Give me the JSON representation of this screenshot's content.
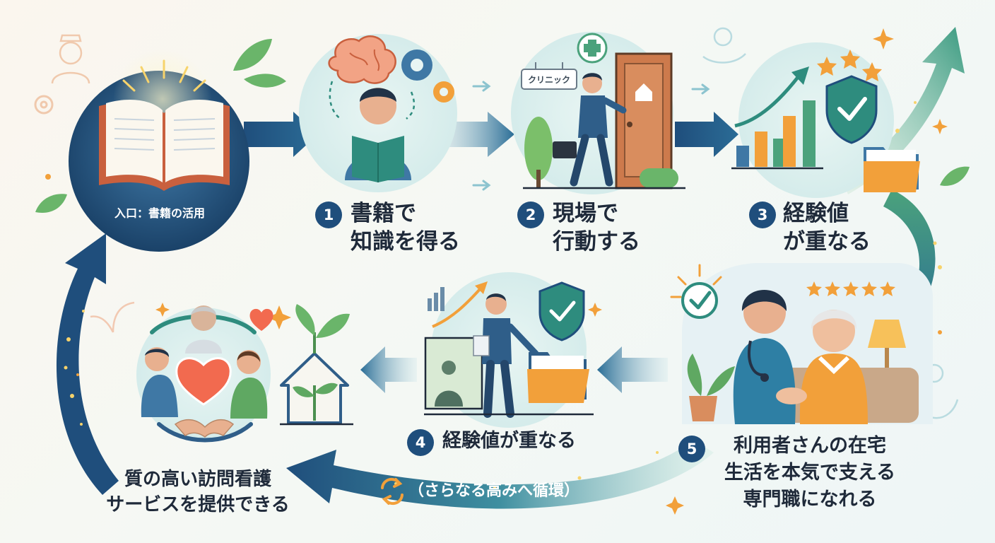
{
  "entry": {
    "label": "入口：書籍の活用"
  },
  "steps": [
    {
      "number": "1",
      "line1": "書籍で",
      "line2": "知識を得る"
    },
    {
      "number": "2",
      "line1": "現場で",
      "line2": "行動する"
    },
    {
      "number": "3",
      "line1": "経験値",
      "line2": "が重なる"
    },
    {
      "number": "4",
      "line1": "経験値が重なる"
    },
    {
      "number": "5",
      "line1": "利用者さんの在宅",
      "line2": "生活を本気で支える",
      "line3": "専門職になれる"
    }
  ],
  "clinic_sign": "クリニック",
  "outcome": {
    "line1": "質の高い訪問看護",
    "line2": "サービスを提供できる"
  },
  "loop": {
    "label": "（さらなる高みへ循環）"
  },
  "colors": {
    "navy": "#1f4e7c",
    "teal": "#2e8c7e",
    "green": "#5fa862",
    "orange": "#f2a03a",
    "heart": "#f26a4f",
    "text": "#1f2a3a"
  }
}
